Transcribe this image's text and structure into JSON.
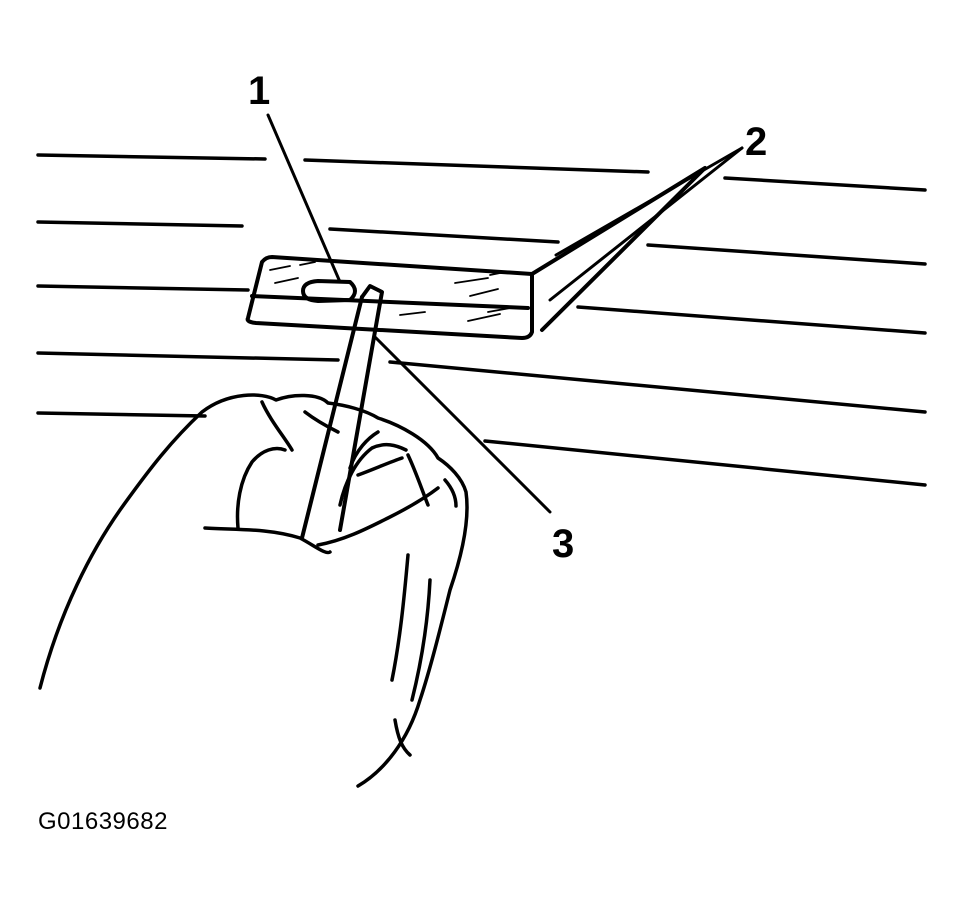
{
  "callouts": {
    "one": "1",
    "two": "2",
    "three": "3"
  },
  "figure_id": "G01639682",
  "colors": {
    "ink": "#000000",
    "paper": "#ffffff"
  }
}
